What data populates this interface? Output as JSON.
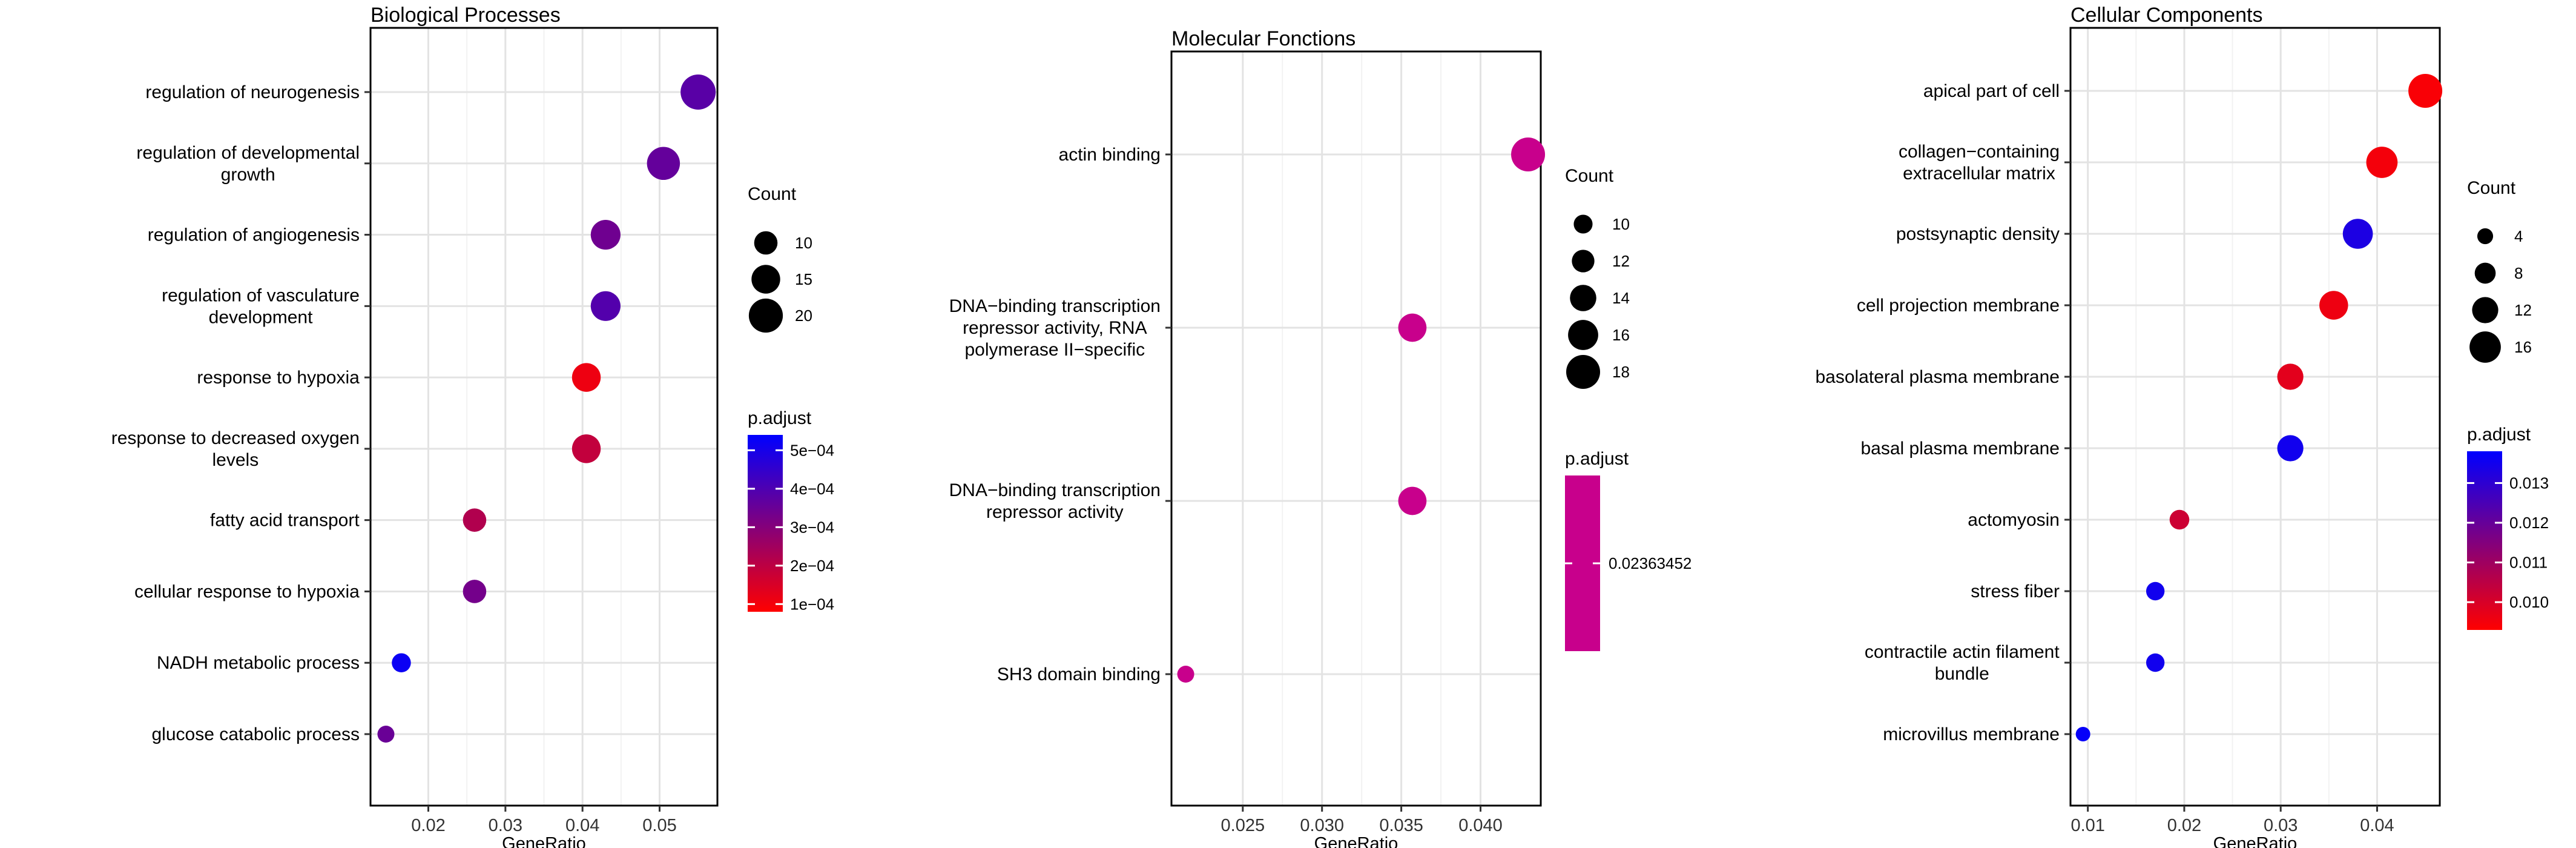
{
  "chart_data": [
    {
      "type": "scatter",
      "title": "Biological Processes",
      "xlabel": "GeneRatio",
      "ylabel": "",
      "xlim": [
        0.0125,
        0.0575
      ],
      "x_ticks": [
        0.02,
        0.03,
        0.04,
        0.05
      ],
      "x_tick_labels": [
        "0.02",
        "0.03",
        "0.04",
        "0.05"
      ],
      "grid": true,
      "categories": [
        "regulation of neurogenesis",
        "regulation of developmental\ngrowth",
        "regulation of angiogenesis",
        "regulation of vasculature\ndevelopment",
        "response to hypoxia",
        "response to decreased oxygen\nlevels",
        "fatty acid transport",
        "cellular response to hypoxia",
        "NADH metabolic process",
        "glucose catabolic process"
      ],
      "points": [
        {
          "x": 0.055,
          "count": 21,
          "p_adjust": 0.00038
        },
        {
          "x": 0.0505,
          "count": 19,
          "p_adjust": 0.00036
        },
        {
          "x": 0.043,
          "count": 16,
          "p_adjust": 0.00034
        },
        {
          "x": 0.043,
          "count": 16,
          "p_adjust": 0.00039
        },
        {
          "x": 0.0405,
          "count": 15,
          "p_adjust": 0.00011
        },
        {
          "x": 0.0405,
          "count": 15,
          "p_adjust": 0.00019
        },
        {
          "x": 0.026,
          "count": 10,
          "p_adjust": 0.00022
        },
        {
          "x": 0.026,
          "count": 10,
          "p_adjust": 0.00033
        },
        {
          "x": 0.0165,
          "count": 6,
          "p_adjust": 0.00052
        },
        {
          "x": 0.0145,
          "count": 4,
          "p_adjust": 0.00035
        }
      ],
      "legend_size": {
        "title": "Count",
        "values": [
          10,
          15,
          20
        ],
        "labels": [
          "10",
          "15",
          "20"
        ],
        "range": [
          4,
          21
        ]
      },
      "legend_color": {
        "title": "p.adjust",
        "range": [
          8e-05,
          0.00054
        ],
        "ticks": [
          0.0005,
          0.0004,
          0.0003,
          0.0002,
          0.0001
        ],
        "tick_labels": [
          "5e−04",
          "4e−04",
          "3e−04",
          "2e−04",
          "1e−04"
        ],
        "low_color": "#ff0000",
        "high_color": "#0000ff"
      }
    },
    {
      "type": "scatter",
      "title": "Molecular Fonctions",
      "xlabel": "GeneRatio",
      "ylabel": "",
      "xlim": [
        0.0205,
        0.0438
      ],
      "x_ticks": [
        0.025,
        0.03,
        0.035,
        0.04
      ],
      "x_tick_labels": [
        "0.025",
        "0.030",
        "0.035",
        "0.040"
      ],
      "grid": true,
      "categories": [
        "actin binding",
        "DNA−binding transcription\nrepressor activity, RNA\npolymerase II−specific",
        "DNA−binding transcription\nrepressor activity",
        "SH3 domain binding"
      ],
      "points": [
        {
          "x": 0.043,
          "count": 18,
          "p_adjust": 0.02363452
        },
        {
          "x": 0.0357,
          "count": 15,
          "p_adjust": 0.02363452
        },
        {
          "x": 0.0357,
          "count": 15,
          "p_adjust": 0.02363452
        },
        {
          "x": 0.0214,
          "count": 9,
          "p_adjust": 0.02363452
        }
      ],
      "legend_size": {
        "title": "Count",
        "values": [
          10,
          12,
          14,
          16,
          18
        ],
        "labels": [
          "10",
          "12",
          "14",
          "16",
          "18"
        ],
        "range": [
          9,
          18
        ]
      },
      "legend_color": {
        "title": "p.adjust",
        "ticks": [
          0.02363452
        ],
        "tick_labels": [
          "0.02363452"
        ],
        "single_color": "#c8008c"
      }
    },
    {
      "type": "scatter",
      "title": "Cellular Components",
      "xlabel": "GeneRatio",
      "ylabel": "",
      "xlim": [
        0.0082,
        0.0465
      ],
      "x_ticks": [
        0.01,
        0.02,
        0.03,
        0.04
      ],
      "x_tick_labels": [
        "0.01",
        "0.02",
        "0.03",
        "0.04"
      ],
      "grid": true,
      "categories": [
        "apical part of cell",
        "collagen−containing\nextracellular matrix",
        "postsynaptic density",
        "cell projection membrane",
        "basolateral plasma membrane",
        "basal plasma membrane",
        "actomyosin",
        "stress fiber",
        "contractile actin filament\nbundle",
        "microvillus membrane"
      ],
      "points": [
        {
          "x": 0.045,
          "count": 18,
          "p_adjust": 0.0094
        },
        {
          "x": 0.0405,
          "count": 16,
          "p_adjust": 0.0095
        },
        {
          "x": 0.038,
          "count": 15,
          "p_adjust": 0.0133
        },
        {
          "x": 0.0355,
          "count": 14,
          "p_adjust": 0.0096
        },
        {
          "x": 0.031,
          "count": 12,
          "p_adjust": 0.0098
        },
        {
          "x": 0.031,
          "count": 12,
          "p_adjust": 0.0135
        },
        {
          "x": 0.0195,
          "count": 7,
          "p_adjust": 0.0102
        },
        {
          "x": 0.017,
          "count": 6,
          "p_adjust": 0.0135
        },
        {
          "x": 0.017,
          "count": 6,
          "p_adjust": 0.0135
        },
        {
          "x": 0.0095,
          "count": 3,
          "p_adjust": 0.0137
        }
      ],
      "legend_size": {
        "title": "Count",
        "values": [
          4,
          8,
          12,
          16
        ],
        "labels": [
          "4",
          "8",
          "12",
          "16"
        ],
        "range": [
          3,
          18
        ]
      },
      "legend_color": {
        "title": "p.adjust",
        "range": [
          0.0093,
          0.0138
        ],
        "ticks": [
          0.013,
          0.012,
          0.011,
          0.01
        ],
        "tick_labels": [
          "0.013",
          "0.012",
          "0.011",
          "0.010"
        ],
        "low_color": "#ff0000",
        "high_color": "#0000ff"
      }
    }
  ]
}
